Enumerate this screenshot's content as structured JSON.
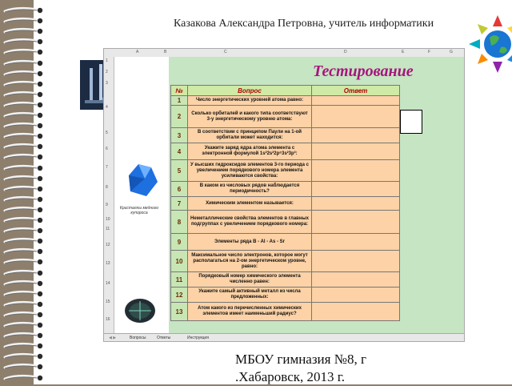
{
  "header": {
    "author": "Казакова Александра Петровна, учитель информатики"
  },
  "sheet": {
    "title": "Тестирование",
    "columns": {
      "num": "№",
      "question": "Вопрос",
      "answer": "Ответ"
    },
    "col_letters": [
      "A",
      "B",
      "C",
      "D",
      "E",
      "F",
      "G"
    ],
    "row_numbers": [
      "1",
      "2",
      "3",
      "4",
      "5",
      "6",
      "7",
      "8",
      "9",
      "10",
      "11",
      "12",
      "13",
      "14",
      "15",
      "16"
    ],
    "rows": [
      {
        "num": "1",
        "question": "Число энергетических уровней атома равно:"
      },
      {
        "num": "2",
        "question": "Сколько орбиталей и какого типа соответствуют 3-у энергетическому уровню атома:"
      },
      {
        "num": "3",
        "question": "В соответствии с принципом Паули на 1-ой орбитали может находится:"
      },
      {
        "num": "4",
        "question": "Укажите заряд ядра атома элемента с электронной формулой 1s²2s²2p⁶3s²3p³:"
      },
      {
        "num": "5",
        "question": "У высших гидроксидов элементов 3-го периода с увеличением порядкового номера элемента усиливаются свойства:"
      },
      {
        "num": "6",
        "question": "В каком из числовых рядов наблюдается периодичность?"
      },
      {
        "num": "7",
        "question": "Химическим элементом называется:"
      },
      {
        "num": "8",
        "question": "Неметаллические свойства элементов в главных подгруппах с увеличением порядкового номера:"
      },
      {
        "num": "9",
        "question": "Элементы ряда B - Al - As - Sr"
      },
      {
        "num": "10",
        "question": "Максимальное число электронов, которое могут располагаться на 2-ом энергетическом уровне, равно:"
      },
      {
        "num": "11",
        "question": "Порядковый номер химического элемента численно равен:"
      },
      {
        "num": "12",
        "question": "Укажите самый активный металл из числа предложенных:"
      },
      {
        "num": "13",
        "question": "Атом какого из перечисленных химических элементов имеет наименьший радиус?"
      }
    ],
    "caption": "Кристаллы медного купороса",
    "tabs": [
      "Вопросы",
      "Ответы",
      "Инструкция"
    ]
  },
  "footer": {
    "line1": "МБОУ гимназия №8, г",
    "line2": ".Хабаровск, 2013 г."
  },
  "colors": {
    "background": "#8e7f6d",
    "title": "#a6157e",
    "frame": "#c6e5c3",
    "question_cell": "#fcd2a6"
  }
}
